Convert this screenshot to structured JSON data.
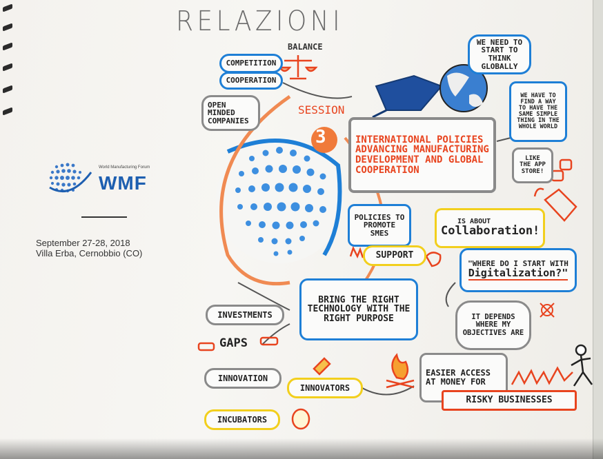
{
  "title": "RELAZIONI",
  "logo": {
    "org": "World Manufacturing Forum",
    "abbr": "WMF"
  },
  "event": {
    "date": "September 27-28, 2018",
    "location": "Villa Erba, Cernobbio (CO)"
  },
  "session": {
    "label": "SESSION",
    "number": "3",
    "topic": "INTERNATIONAL POLICIES ADVANCING MANUFACTURING DEVELOPMENT AND GLOBAL COOPERATION"
  },
  "notes": {
    "competition": "COMPETITION",
    "balance": "BALANCE",
    "cooperation": "COOPERATION",
    "open_minded": "OPEN MINDED COMPANIES",
    "think_globally": "WE NEED TO START TO THINK GLOBALLY",
    "same_thing": "WE HAVE TO FIND A WAY TO HAVE THE SAME SIMPLE THING IN THE WHOLE WORLD",
    "app_store": "LIKE the APP STORE!",
    "policies": "POLICIES TO PROMOTE SMEs",
    "collaboration_pre": "IS ABOUT",
    "collaboration": "Collaboration!",
    "support": "SUPPORT",
    "digital_q": "\"WHERE DO I START WITH",
    "digital_word": "Digitalization?\"",
    "technology": "BRING THE RIGHT TECHNOLOGY WITH THE RIGHT PURPOSE",
    "depends": "IT DEPENDS WHERE MY OBJECTIVES ARE",
    "investments": "INVESTMENTS",
    "gaps": "GAPS",
    "innovation": "INNOVATION",
    "innovators": "INNOVATORS",
    "incubators": "INCUBATORS",
    "easier_access": "EASIER ACCESS AT MONEY FOR",
    "risky": "RISKY BUSINESSES"
  },
  "colors": {
    "blue": "#1e7fd6",
    "orange": "#e8441f",
    "yellow": "#f2cf1d",
    "gray": "#8a8a8a"
  }
}
